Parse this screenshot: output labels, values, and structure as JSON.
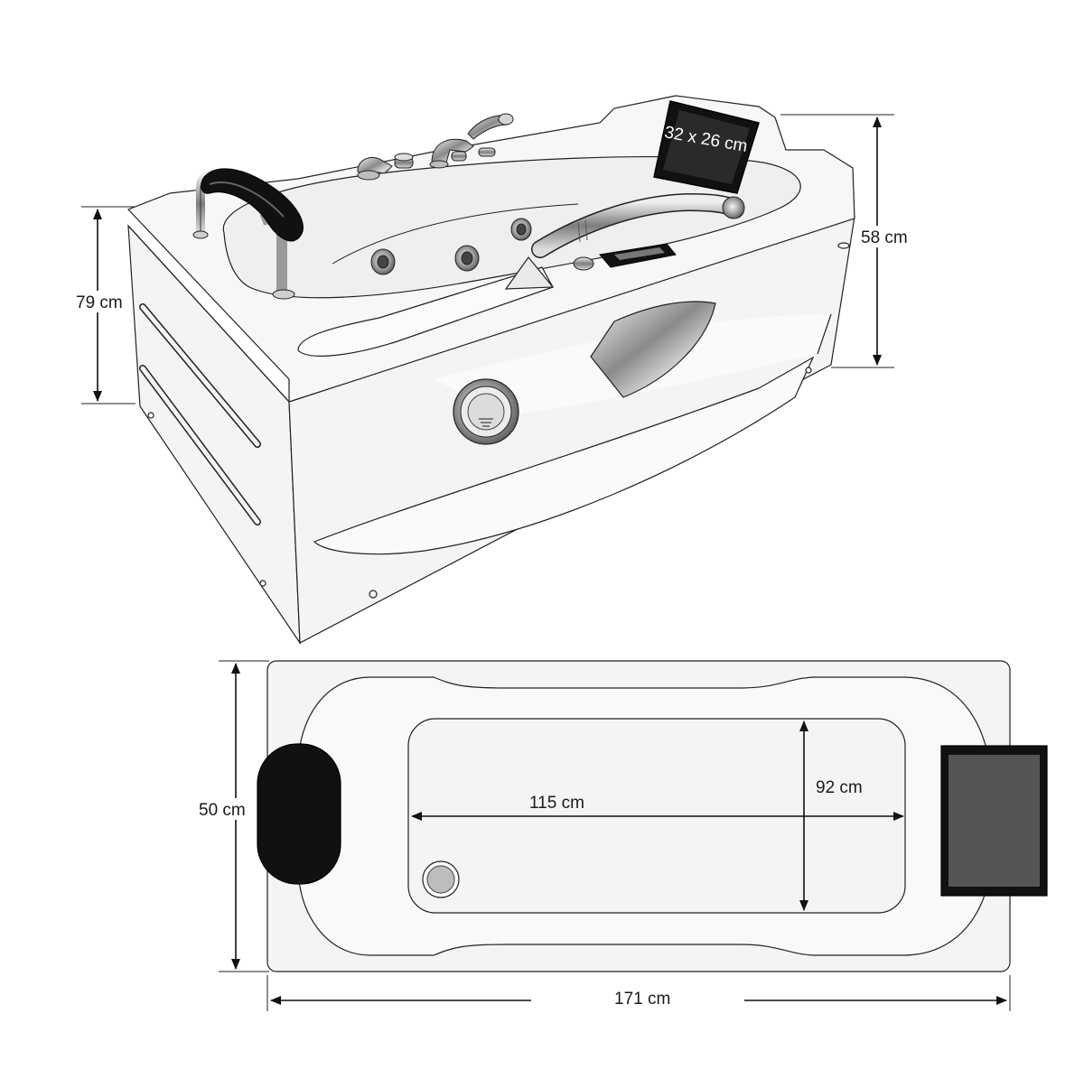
{
  "dimensions": {
    "height_outer": "79 cm",
    "height_inner": "58 cm",
    "screen_size": "32 x 26 cm",
    "width_outer": "50 cm",
    "basin_length": "115 cm",
    "basin_width": "92 cm",
    "length_outer": "171 cm"
  },
  "colors": {
    "outline": "#222222",
    "body_fill": "#f4f4f4",
    "black_part": "#111111",
    "screen_gray": "#555555",
    "chrome_dark": "#8a8a8a",
    "chrome_light": "#e2e2e2"
  },
  "icons": [
    "headrest-icon",
    "faucet-icon",
    "shower-head-icon",
    "screen-icon",
    "drain-icon",
    "jet-icon"
  ]
}
